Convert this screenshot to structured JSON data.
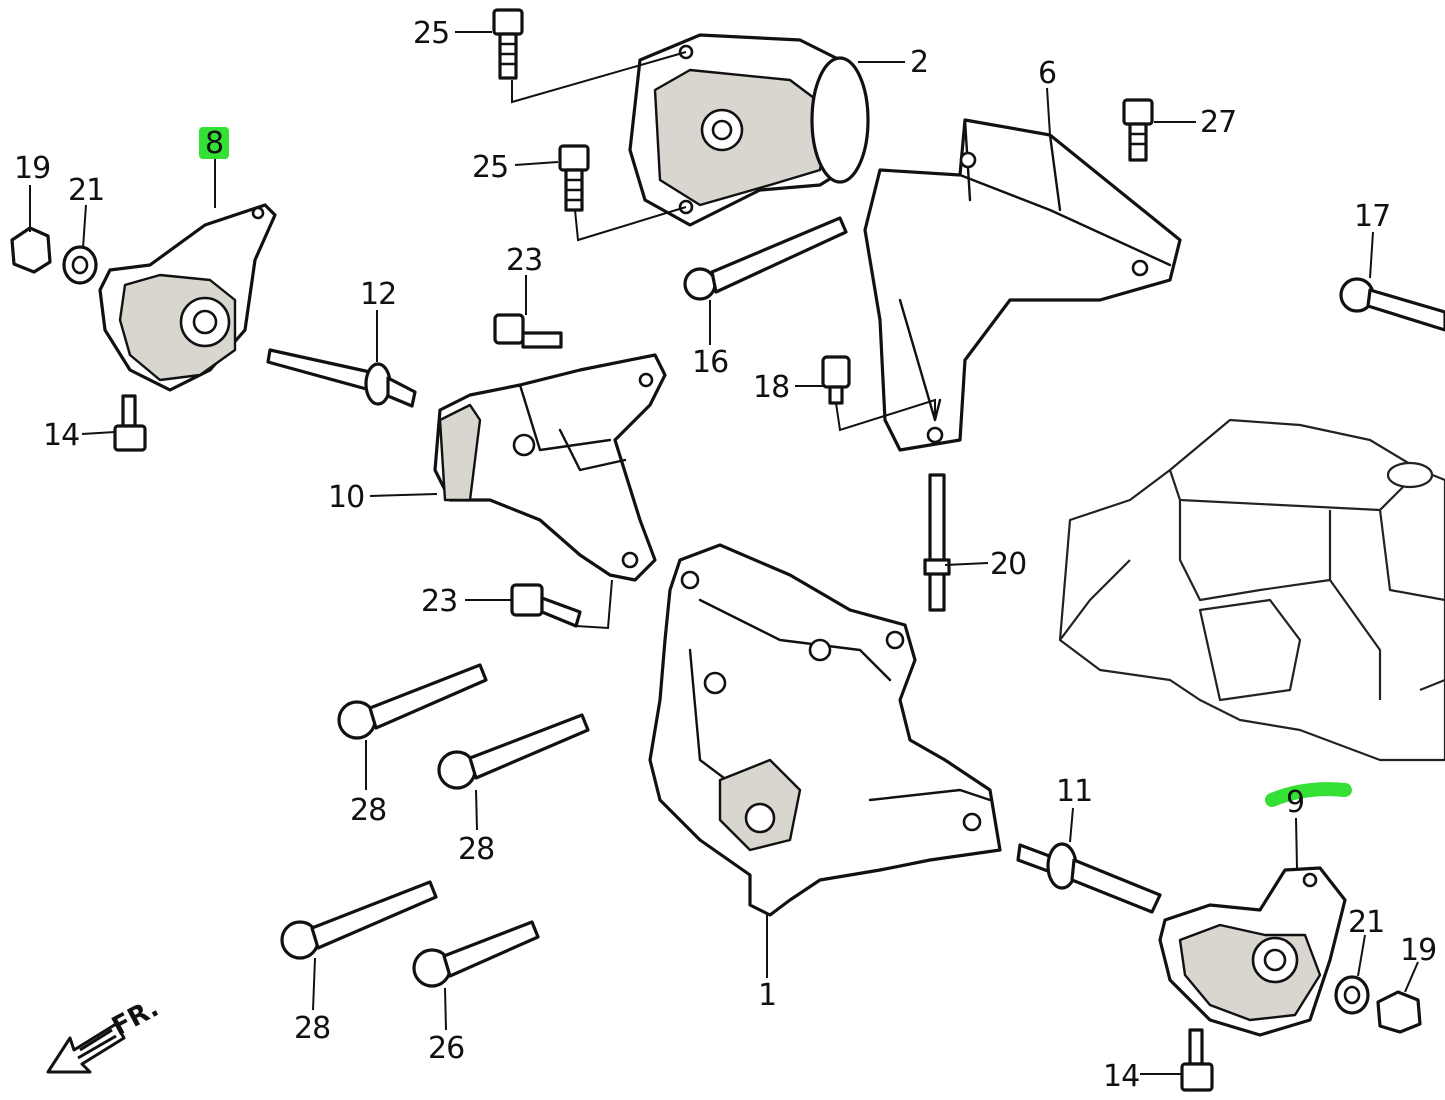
{
  "callouts": {
    "c25a": "25",
    "c2": "2",
    "c6": "6",
    "c27": "27",
    "c19a": "19",
    "c8": "8",
    "c21a": "21",
    "c25b": "25",
    "c23a": "23",
    "c17": "17",
    "c12": "12",
    "c16": "16",
    "c18": "18",
    "c14a": "14",
    "c10": "10",
    "c20": "20",
    "c23b": "23",
    "c28a": "28",
    "c28b": "28",
    "c11": "11",
    "c9": "9",
    "c28c": "28",
    "c21b": "21",
    "c19b": "19",
    "c1": "1",
    "c26": "26",
    "c14b": "14"
  },
  "front_marker": {
    "label": "FR."
  },
  "highlighted_callouts": [
    "8",
    "9"
  ],
  "colors": {
    "highlight": "#35e035",
    "ink": "#111111"
  }
}
